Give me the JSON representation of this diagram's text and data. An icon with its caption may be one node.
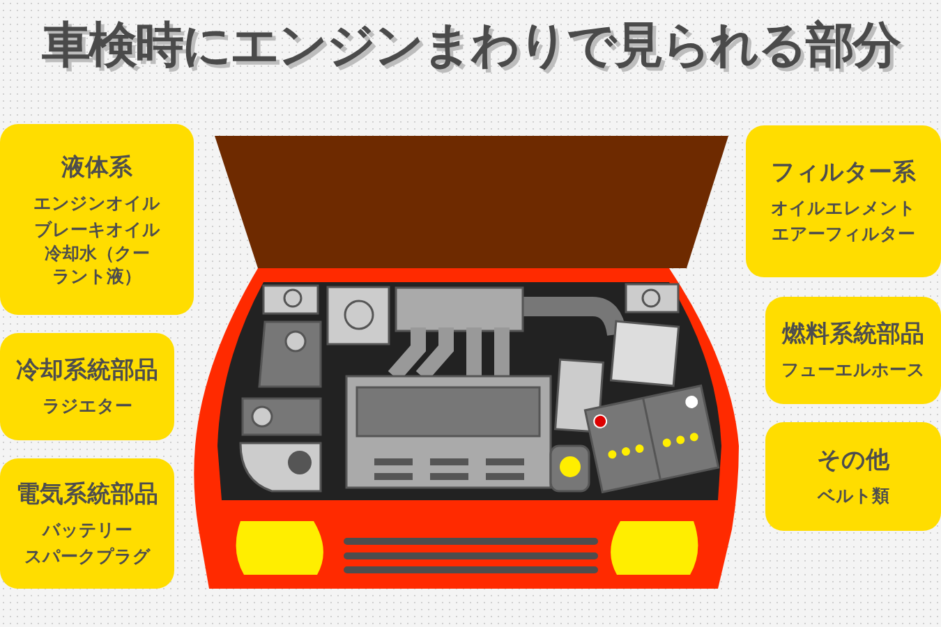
{
  "diagram": {
    "title": "車検時にエンジンまわりで見られる部分",
    "nodes": [
      {
        "text": [
          "液体系",
          "エンジンオイル",
          "ブレーキオイル",
          "冷却水（クーラント液）"
        ]
      },
      {
        "text": [
          "冷却系統部品",
          "ラジエター"
        ]
      },
      {
        "text": [
          "電気系統部品",
          "バッテリー",
          "スパークプラグ"
        ]
      },
      {
        "text": [
          "フィルター系",
          "オイルエレメント",
          "エアーフィルター"
        ]
      },
      {
        "text": [
          "燃料系統部品",
          "フューエルホース"
        ]
      },
      {
        "text": [
          "その他",
          "ベルト類"
        ]
      }
    ]
  }
}
